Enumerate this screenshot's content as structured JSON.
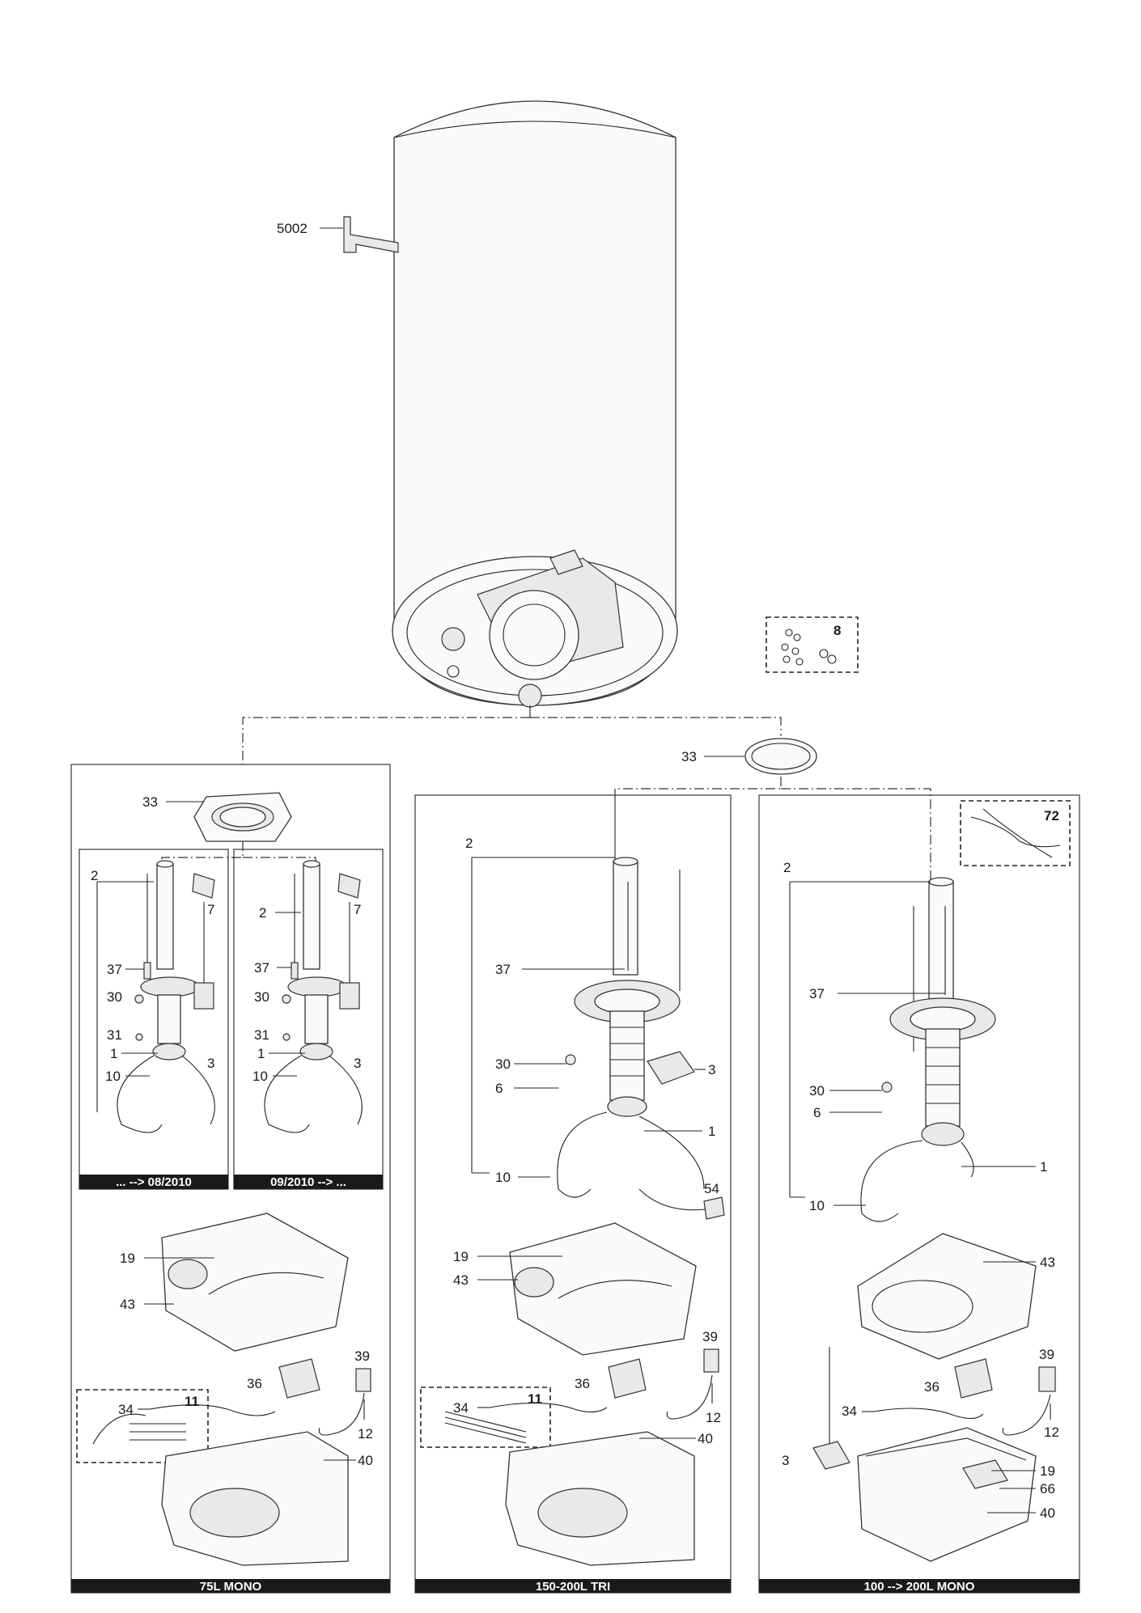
{
  "callouts": {
    "bracket": "5002",
    "hardware_kit": "8",
    "seal_top": "33",
    "seal_left": "33",
    "wiring_kit": "72",
    "sub_left": {
      "sheath": "2",
      "probe": "37",
      "screw": "30",
      "nut": "31",
      "element": "1",
      "ground": "10",
      "clip": "7",
      "thermostat": "3"
    },
    "sub_right": {
      "sheath": "2",
      "probe": "37",
      "screw": "30",
      "nut": "31",
      "element": "1",
      "ground": "10",
      "clip": "7",
      "thermostat": "3"
    },
    "panel_left": {
      "cover_top": "19",
      "housing": "43",
      "cap": "39",
      "plate": "36",
      "cable": "34",
      "terminal_kit": "11",
      "wire": "12",
      "cover": "40"
    },
    "panel_mid": {
      "sheath": "2",
      "probe": "37",
      "screw": "30",
      "washer": "6",
      "thermostat": "3",
      "element": "1",
      "ground": "10",
      "connector": "54",
      "cover_top": "19",
      "housing": "43",
      "cap": "39",
      "plate": "36",
      "cable": "34",
      "terminal_kit": "11",
      "wire": "12",
      "cover": "40"
    },
    "panel_right": {
      "sheath": "2",
      "probe": "37",
      "screw": "30",
      "washer": "6",
      "element": "1",
      "ground": "10",
      "housing": "43",
      "cap": "39",
      "plate": "36",
      "cable": "34",
      "wire": "12",
      "thermostat": "3",
      "cover_top": "19",
      "label_part": "66",
      "cover": "40"
    }
  },
  "banners": {
    "sub_left": "... --> 08/2010",
    "sub_right": "09/2010 --> ...",
    "panel_left": "75L MONO",
    "panel_mid": "150-200L TRI",
    "panel_right": "100 --> 200L MONO"
  }
}
